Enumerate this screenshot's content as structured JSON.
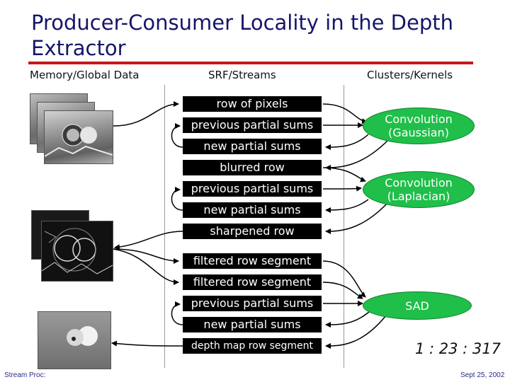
{
  "title": "Producer-Consumer Locality in the Depth Extractor",
  "columns": {
    "memory": "Memory/Global Data",
    "srf": "SRF/Streams",
    "kernels": "Clusters/Kernels"
  },
  "streams": [
    "row of pixels",
    "previous partial sums",
    "new partial sums",
    "blurred row",
    "previous partial sums",
    "new partial sums",
    "sharpened row",
    "filtered row segment",
    "filtered row segment",
    "previous partial sums",
    "new partial sums",
    "depth map row segment"
  ],
  "kernels": [
    {
      "line1": "Convolution",
      "line2": "(Gaussian)"
    },
    {
      "line1": "Convolution",
      "line2": "(Laplacian)"
    },
    {
      "line1": "SAD",
      "line2": ""
    }
  ],
  "ratio": "1 : 23 : 317",
  "footer": {
    "left": "Stream Proc:",
    "right": "Sept 25, 2002"
  },
  "colors": {
    "title": "#15156a",
    "rule": "#c8161b",
    "kernel_fill": "#1fbf4a",
    "stream_bg": "#000000"
  }
}
